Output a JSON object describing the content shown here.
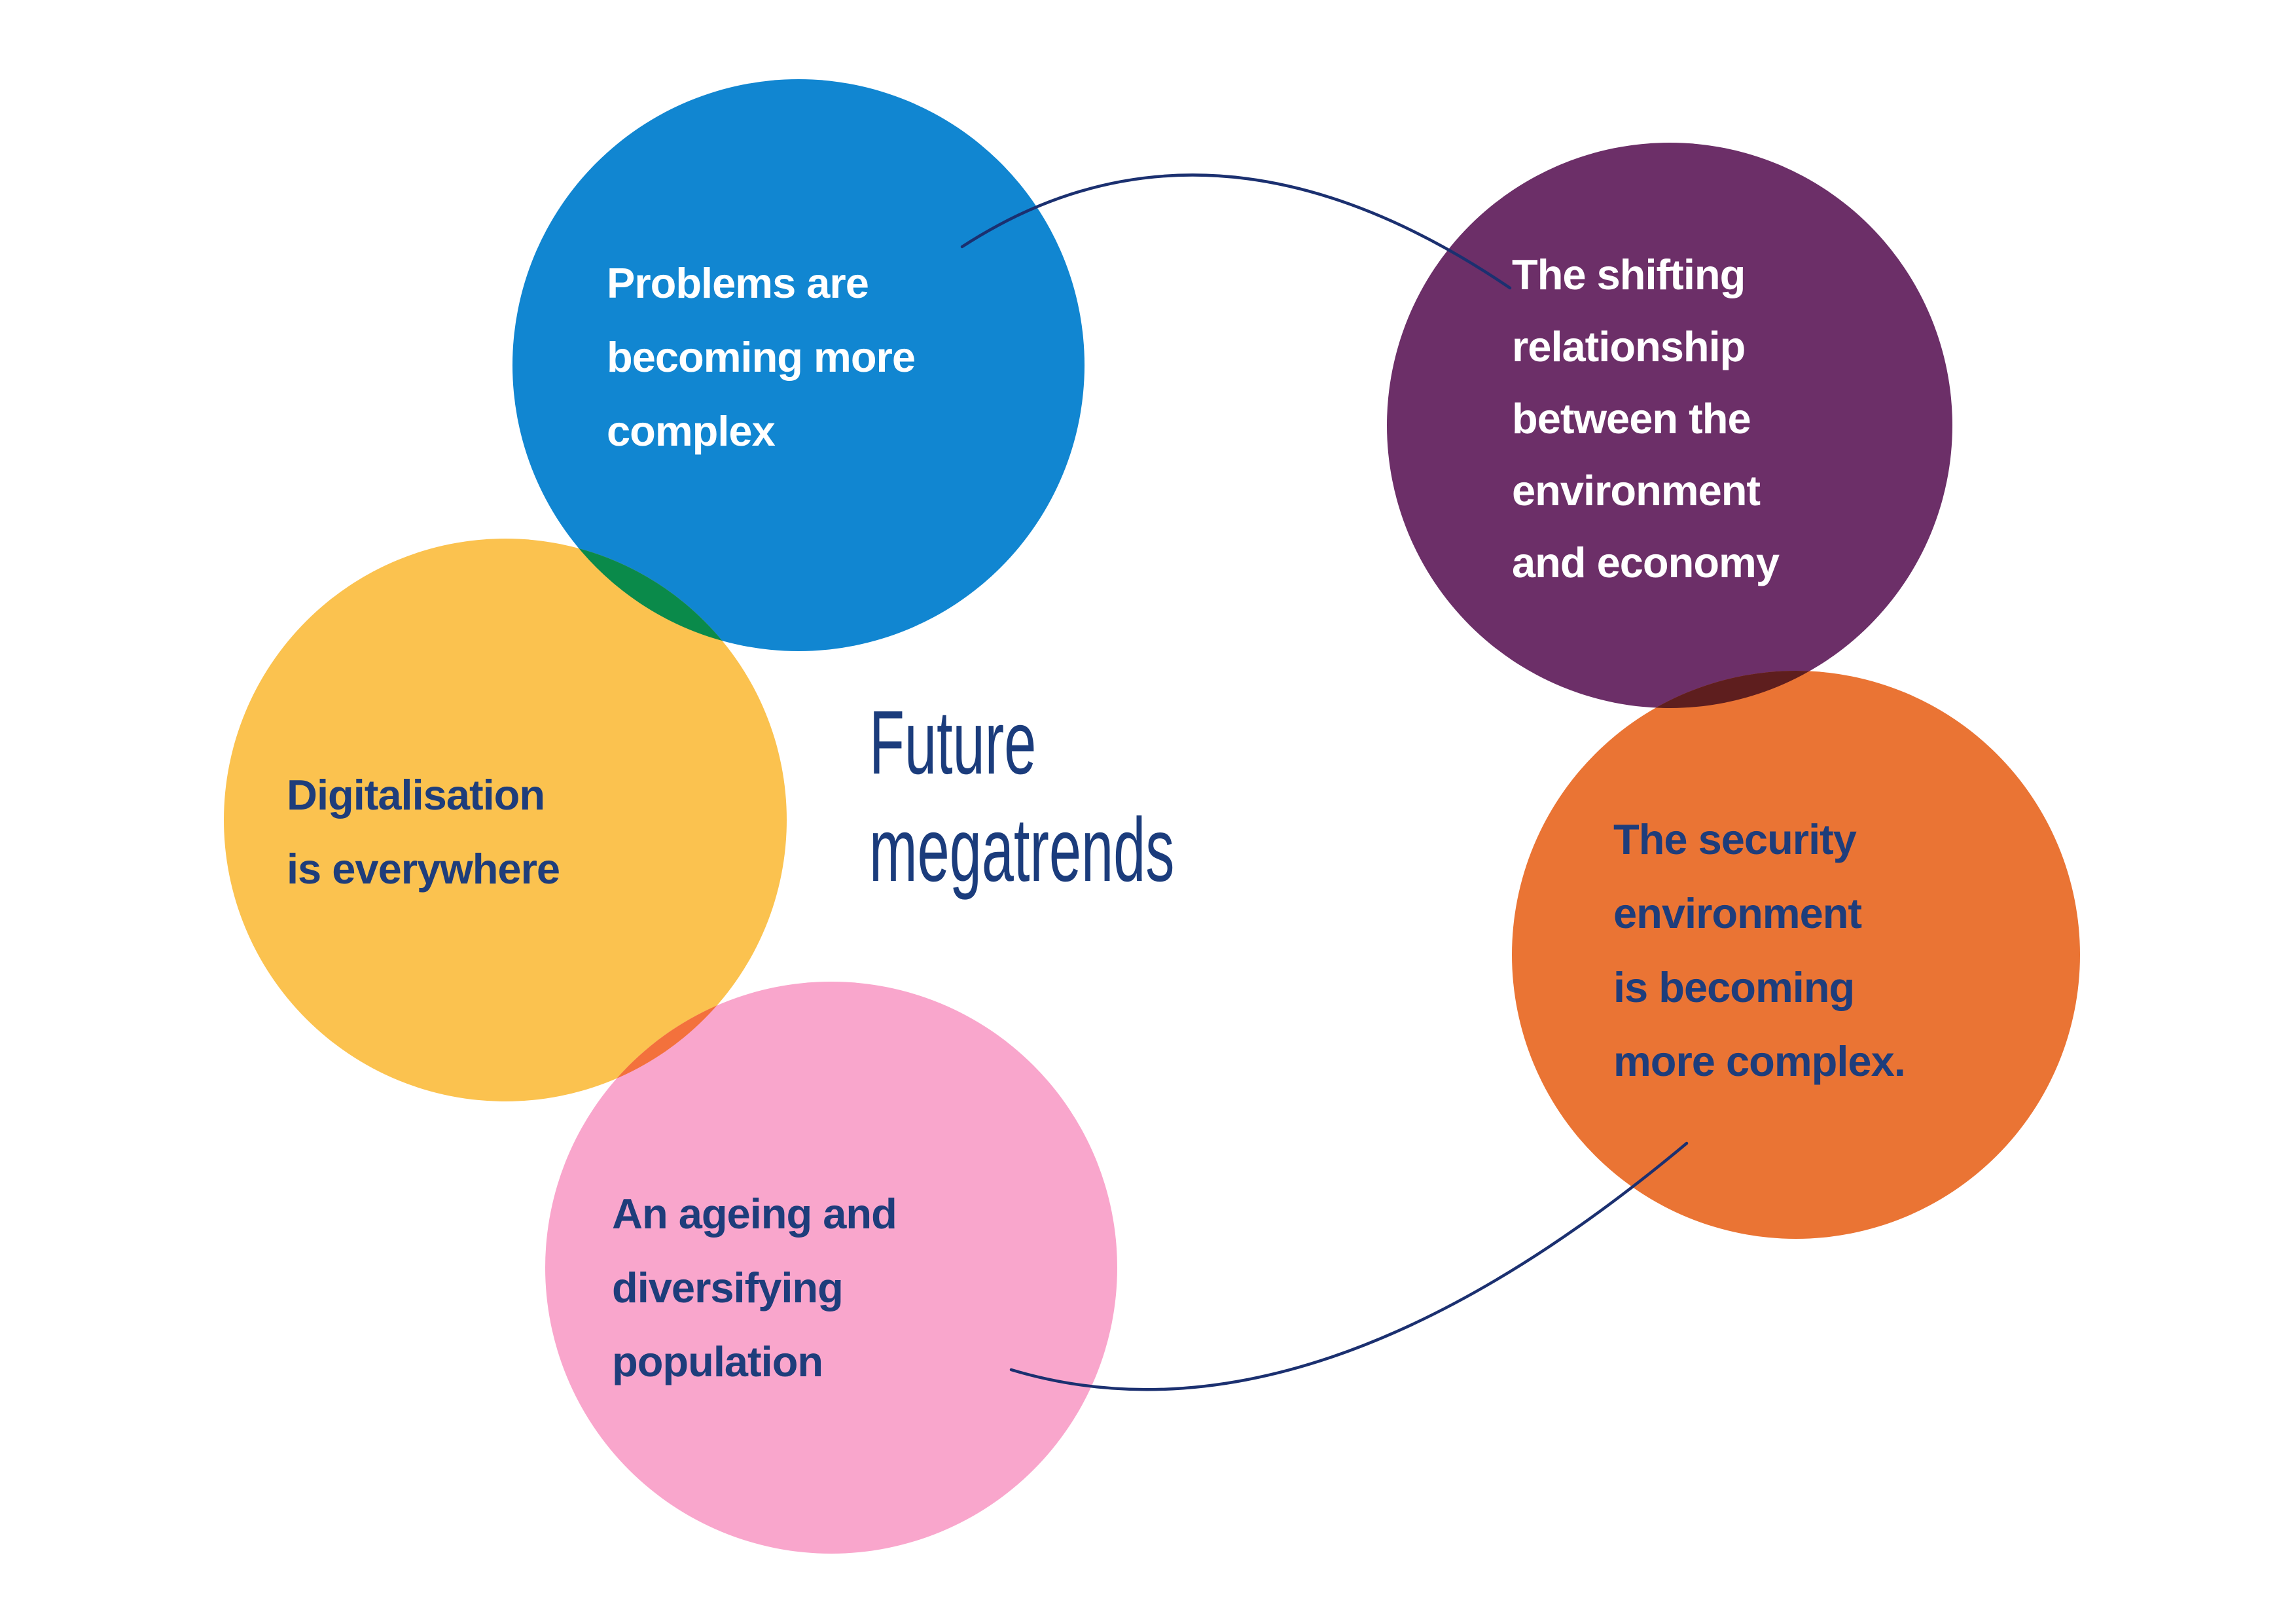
{
  "background": "#ffffff",
  "title": {
    "text": "Future\nmegatrends",
    "color": "#1B3C7C"
  },
  "circles": [
    {
      "id": "problems",
      "label": "Problems are\nbecoming more\ncomplex",
      "fill": "#1186D1",
      "text_color": "#FFFFFF"
    },
    {
      "id": "environment-economy",
      "label": "The shifting\nrelationship\nbetween the\nenvironment\nand economy",
      "fill": "#6C2F68",
      "text_color": "#FFFFFF"
    },
    {
      "id": "digitalisation",
      "label": "Digitalisation\nis everywhere",
      "fill": "#FBC24F",
      "text_color": "#1E3D7B"
    },
    {
      "id": "population",
      "label": "An ageing and\ndiversifying\npopulation",
      "fill": "#F9A6CC",
      "text_color": "#1E3D7B"
    },
    {
      "id": "security",
      "label": "The security\nenvironment\nis becoming\nmore complex.",
      "fill": "#EA7434",
      "text_color": "#1E3D7B"
    }
  ],
  "overlaps": {
    "blue_yellow": "#0A8A4A",
    "yellow_pink": "#F3713C",
    "purple_orange": "#5E1E1E"
  },
  "connectors": {
    "color": "#1B3070"
  }
}
